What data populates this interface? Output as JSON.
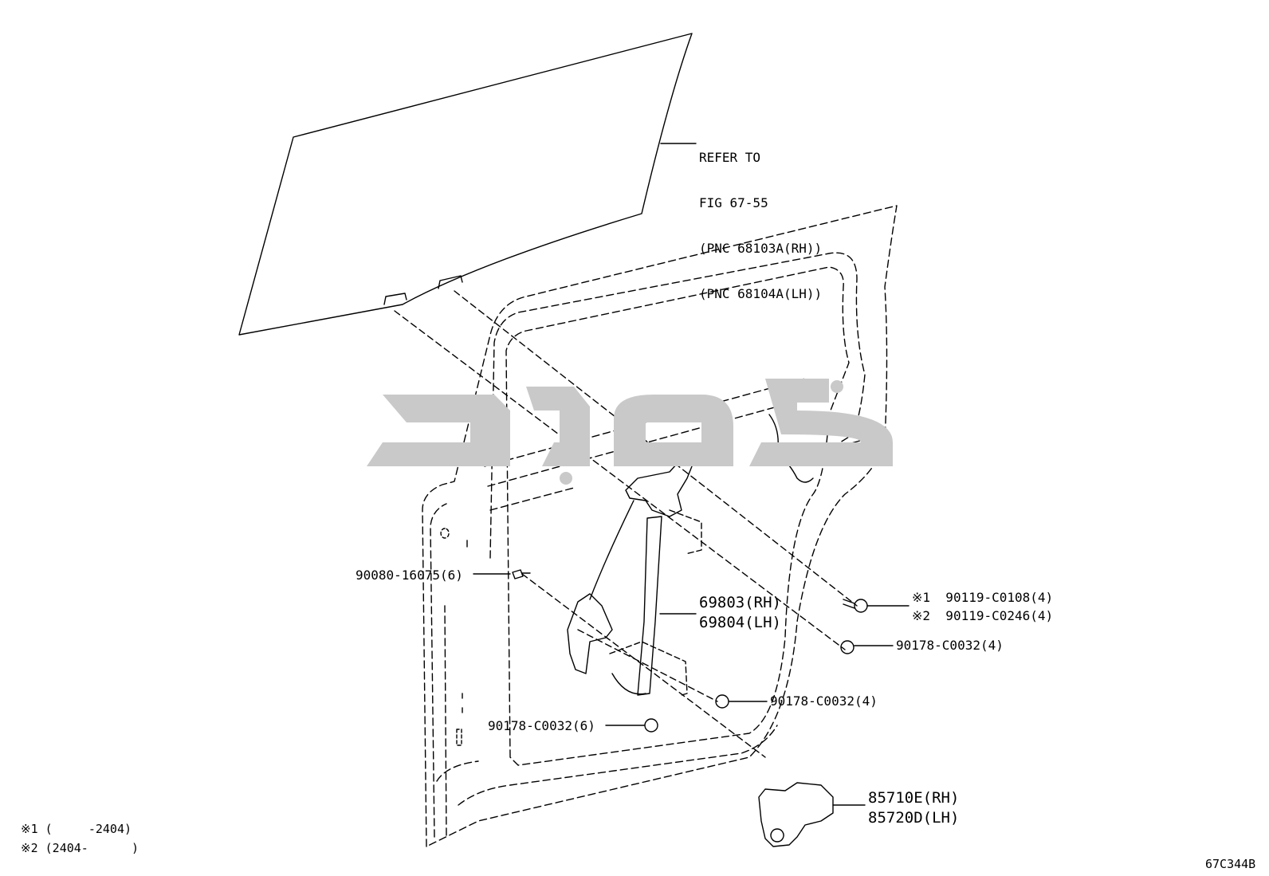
{
  "diagram": {
    "code": "67C344B",
    "reference": {
      "lines": [
        "REFER TO",
        "FIG 67-55",
        "(PNC 68103A(RH))",
        "(PNC 68104A(LH))"
      ]
    },
    "parts": {
      "bolt_left": "90080-16075(6)",
      "regulator_rh": "69803(RH)",
      "regulator_lh": "69804(LH)",
      "bolt_right_1": "※1  90119-C0108(4)",
      "bolt_right_2": "※2  90119-C0246(4)",
      "nut_upper_right": "90178-C0032(4)",
      "nut_middle": "90178-C0032(4)",
      "nut_lower_left": "90178-C0032(6)",
      "motor_rh": "85710E(RH)",
      "motor_lh": "85720D(LH)"
    },
    "notes": [
      "※1 (     -2404)",
      "※2 (2404-      )"
    ]
  }
}
